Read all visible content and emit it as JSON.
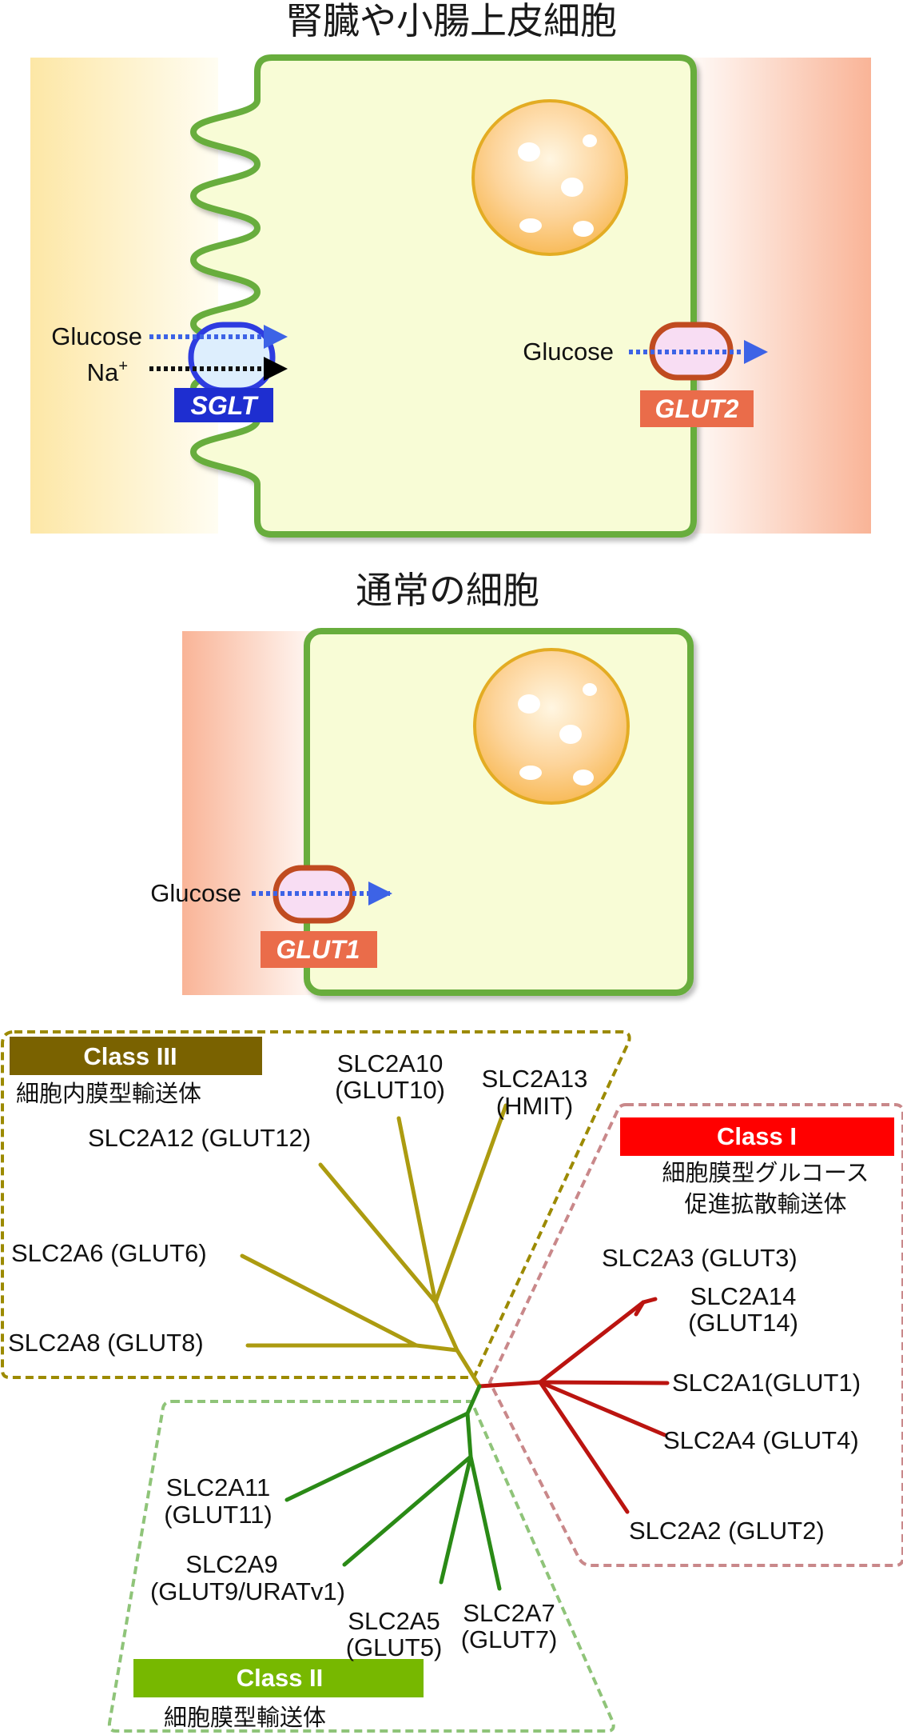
{
  "panel_epithelial": {
    "title": "腎臓や小腸上皮細胞",
    "glucose_left": "Glucose",
    "na_label": "Na",
    "na_sup": "+",
    "sglt": "SGLT",
    "glucose_right": "Glucose",
    "glut2": "GLUT2"
  },
  "panel_normal": {
    "title": "通常の細胞",
    "glucose": "Glucose",
    "glut1": "GLUT1"
  },
  "tree": {
    "class3": {
      "title": "Class III",
      "desc": "細胞内膜型輸送体",
      "color": "#7a6200"
    },
    "class1": {
      "title": "Class I",
      "desc_line1": "細胞膜型グルコース",
      "desc_line2": "促進拡散輸送体",
      "color": "#ff0000"
    },
    "class2": {
      "title": "Class II",
      "desc": "細胞膜型輸送体",
      "color": "#77b800"
    },
    "leaves": {
      "a10_1": "SLC2A10",
      "a10_2": "(GLUT10)",
      "a13_1": "SLC2A13",
      "a13_2": "(HMIT)",
      "a12": "SLC2A12 (GLUT12)",
      "a6": "SLC2A6 (GLUT6)",
      "a8": "SLC2A8 (GLUT8)",
      "a3": "SLC2A3 (GLUT3)",
      "a14_1": "SLC2A14",
      "a14_2": "(GLUT14)",
      "a1": "SLC2A1(GLUT1)",
      "a4": "SLC2A4 (GLUT4)",
      "a2": "SLC2A2 (GLUT2)",
      "a11_1": "SLC2A11",
      "a11_2": "(GLUT11)",
      "a9_1": "SLC2A9",
      "a9_2": "(GLUT9/URATv1)",
      "a5_1": "SLC2A5",
      "a5_2": "(GLUT5)",
      "a7_1": "SLC2A7",
      "a7_2": "(GLUT7)"
    }
  }
}
